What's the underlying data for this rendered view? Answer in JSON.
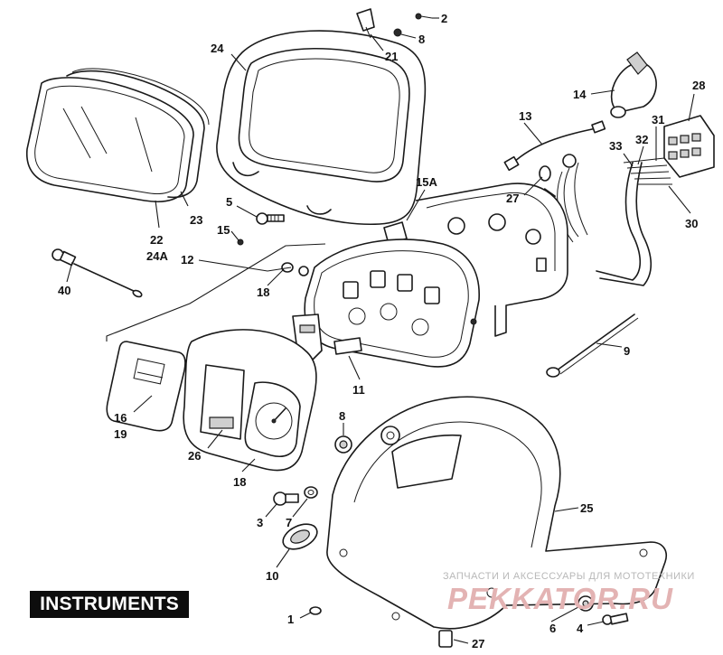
{
  "title": "INSTRUMENTS",
  "watermark": {
    "text": "ЗАПЧАСТИ И АКСЕССУАРЫ ДЛЯ МОТОТЕХНИКИ",
    "logo": "PEKKATOR.RU"
  },
  "callouts": [
    {
      "id": "c-2",
      "label": "2"
    },
    {
      "id": "c-8a",
      "label": "8"
    },
    {
      "id": "c-21",
      "label": "21"
    },
    {
      "id": "c-24",
      "label": "24"
    },
    {
      "id": "c-14",
      "label": "14"
    },
    {
      "id": "c-28",
      "label": "28"
    },
    {
      "id": "c-13",
      "label": "13"
    },
    {
      "id": "c-31",
      "label": "31"
    },
    {
      "id": "c-32",
      "label": "32"
    },
    {
      "id": "c-33",
      "label": "33"
    },
    {
      "id": "c-27a",
      "label": "27"
    },
    {
      "id": "c-30",
      "label": "30"
    },
    {
      "id": "c-15a",
      "label": "15A"
    },
    {
      "id": "c-5",
      "label": "5"
    },
    {
      "id": "c-23",
      "label": "23"
    },
    {
      "id": "c-22",
      "label": "22"
    },
    {
      "id": "c-24a",
      "label": "24A"
    },
    {
      "id": "c-15",
      "label": "15"
    },
    {
      "id": "c-12",
      "label": "12"
    },
    {
      "id": "c-40",
      "label": "40"
    },
    {
      "id": "c-18a",
      "label": "18"
    },
    {
      "id": "c-9",
      "label": "9"
    },
    {
      "id": "c-11",
      "label": "11"
    },
    {
      "id": "c-16",
      "label": "16"
    },
    {
      "id": "c-19",
      "label": "19"
    },
    {
      "id": "c-8b",
      "label": "8"
    },
    {
      "id": "c-26",
      "label": "26"
    },
    {
      "id": "c-18b",
      "label": "18"
    },
    {
      "id": "c-25",
      "label": "25"
    },
    {
      "id": "c-3",
      "label": "3"
    },
    {
      "id": "c-7",
      "label": "7"
    },
    {
      "id": "c-10",
      "label": "10"
    },
    {
      "id": "c-1",
      "label": "1"
    },
    {
      "id": "c-6",
      "label": "6"
    },
    {
      "id": "c-4",
      "label": "4"
    },
    {
      "id": "c-27b",
      "label": "27"
    }
  ]
}
